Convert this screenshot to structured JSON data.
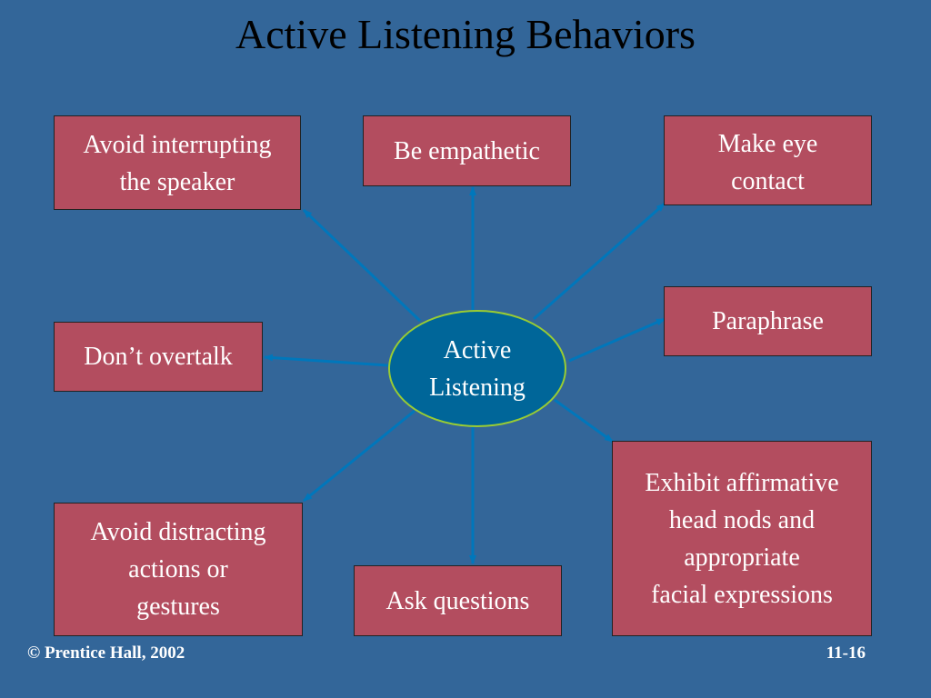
{
  "slide": {
    "title": "Active Listening Behaviors",
    "center": "Active\nListening",
    "behaviors": {
      "avoid_interrupting": "Avoid interrupting\nthe speaker",
      "be_empathetic": "Be empathetic",
      "make_eye_contact": "Make eye\ncontact",
      "paraphrase": "Paraphrase",
      "dont_overtalk": "Don’t overtalk",
      "exhibit_affirmative": "Exhibit affirmative\nhead nods and\nappropriate\nfacial expressions",
      "avoid_distracting": "Avoid distracting\nactions or\ngestures",
      "ask_questions": "Ask questions"
    },
    "footer": {
      "copyright": "© Prentice Hall, 2002",
      "page": "11-16"
    }
  },
  "colors": {
    "background": "#336699",
    "box_fill": "#B34D5F",
    "ellipse_fill": "#006699",
    "ellipse_border": "#99CC33",
    "arrow": "#0077BB",
    "text_light": "#FFFFFF",
    "title_text": "#000000"
  }
}
